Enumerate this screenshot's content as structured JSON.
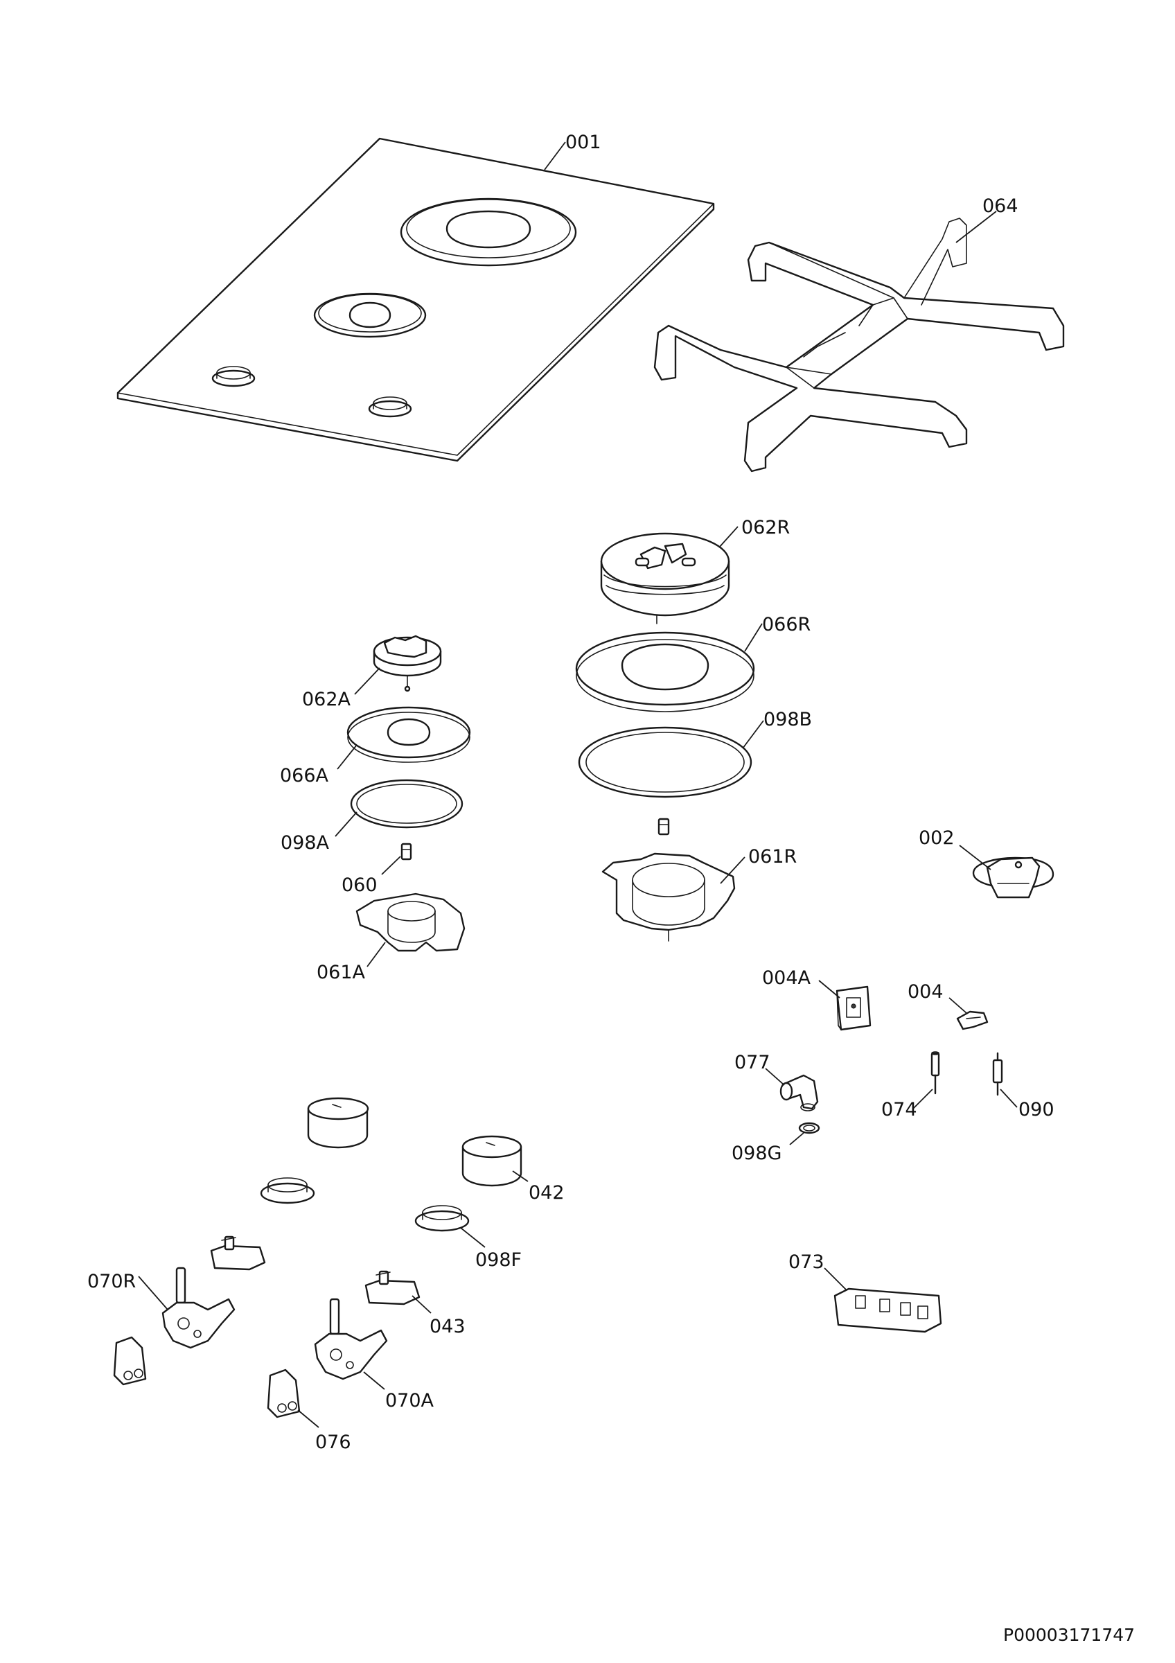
{
  "diagram": {
    "document_number": "P00003171747",
    "callouts": [
      {
        "id": "001",
        "label": "001"
      },
      {
        "id": "064",
        "label": "064"
      },
      {
        "id": "062R",
        "label": "062R"
      },
      {
        "id": "066R",
        "label": "066R"
      },
      {
        "id": "098B",
        "label": "098B"
      },
      {
        "id": "061R",
        "label": "061R"
      },
      {
        "id": "062A",
        "label": "062A"
      },
      {
        "id": "066A",
        "label": "066A"
      },
      {
        "id": "098A",
        "label": "098A"
      },
      {
        "id": "060",
        "label": "060"
      },
      {
        "id": "061A",
        "label": "061A"
      },
      {
        "id": "002",
        "label": "002"
      },
      {
        "id": "004A",
        "label": "004A"
      },
      {
        "id": "004",
        "label": "004"
      },
      {
        "id": "077",
        "label": "077"
      },
      {
        "id": "074",
        "label": "074"
      },
      {
        "id": "090",
        "label": "090"
      },
      {
        "id": "098G",
        "label": "098G"
      },
      {
        "id": "042",
        "label": "042"
      },
      {
        "id": "098F",
        "label": "098F"
      },
      {
        "id": "070R",
        "label": "070R"
      },
      {
        "id": "043",
        "label": "043"
      },
      {
        "id": "070A",
        "label": "070A"
      },
      {
        "id": "076",
        "label": "076"
      },
      {
        "id": "073",
        "label": "073"
      }
    ]
  }
}
